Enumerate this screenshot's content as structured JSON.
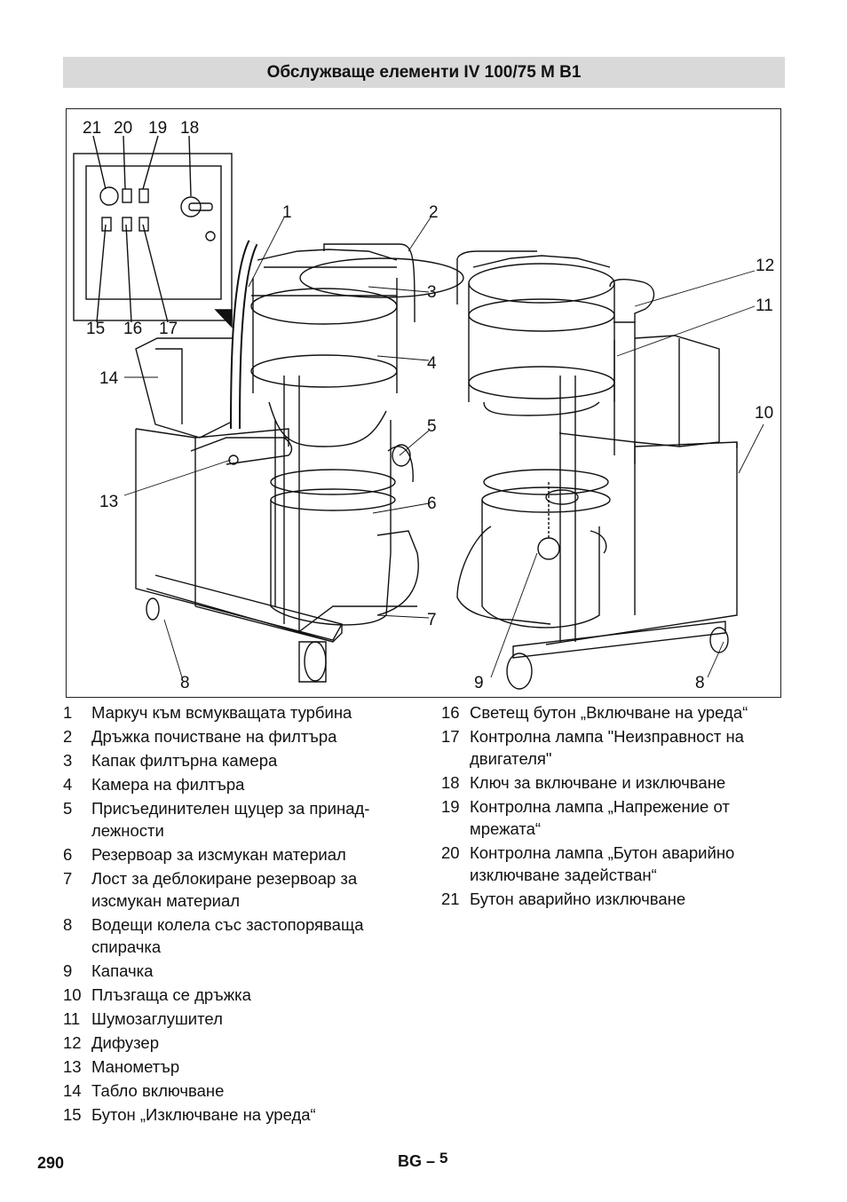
{
  "header": {
    "title": "Обслужваще елементи IV 100/75 M B1"
  },
  "figure": {
    "callouts": {
      "c21": "21",
      "c20": "20",
      "c19": "19",
      "c18": "18",
      "c15": "15",
      "c16": "16",
      "c17": "17",
      "c1": "1",
      "c2": "2",
      "c3": "3",
      "c4": "4",
      "c5": "5",
      "c6": "6",
      "c7": "7",
      "c8a": "8",
      "c8b": "8",
      "c9": "9",
      "c10": "10",
      "c11": "11",
      "c12": "12",
      "c13": "13",
      "c14": "14"
    }
  },
  "legend": {
    "left": [
      {
        "num": "1",
        "text": "Маркуч към всмукващата турбина"
      },
      {
        "num": "2",
        "text": "Дръжка почистване на филтъра"
      },
      {
        "num": "3",
        "text": "Капак филтърна камера"
      },
      {
        "num": "4",
        "text": "Камера на филтъра"
      },
      {
        "num": "5",
        "text": "Присъединителен щуцер за принад-лежности"
      },
      {
        "num": "6",
        "text": "Резервоар за изсмукан материал"
      },
      {
        "num": "7",
        "text": "Лост за деблокиране резервоар за изсмукан материал"
      },
      {
        "num": "8",
        "text": "Водещи колела със застопоряваща спирачка"
      },
      {
        "num": "9",
        "text": "Капачка"
      },
      {
        "num": "10",
        "text": "Плъзгаща се дръжка"
      },
      {
        "num": "11",
        "text": "Шумозаглушител"
      },
      {
        "num": "12",
        "text": "Дифузер"
      },
      {
        "num": "13",
        "text": "Манометър"
      },
      {
        "num": "14",
        "text": "Табло включване"
      },
      {
        "num": "15",
        "text": "Бутон „Изключване на уреда“"
      }
    ],
    "right": [
      {
        "num": "16",
        "text": "Светещ бутон „Включване на уреда“"
      },
      {
        "num": "17",
        "text": "Контролна лампа \"Неизправност на двигателя\""
      },
      {
        "num": "18",
        "text": "Ключ за включване и изключване"
      },
      {
        "num": "19",
        "text": "Контролна лампа „Напрежение от мрежата“"
      },
      {
        "num": "20",
        "text": "Контролна лампа „Бутон аварийно изключване задействан“"
      },
      {
        "num": "21",
        "text": "Бутон аварийно изключване"
      }
    ]
  },
  "footer": {
    "page_number": "290",
    "language": "BG",
    "separator": "–",
    "section": "5"
  }
}
